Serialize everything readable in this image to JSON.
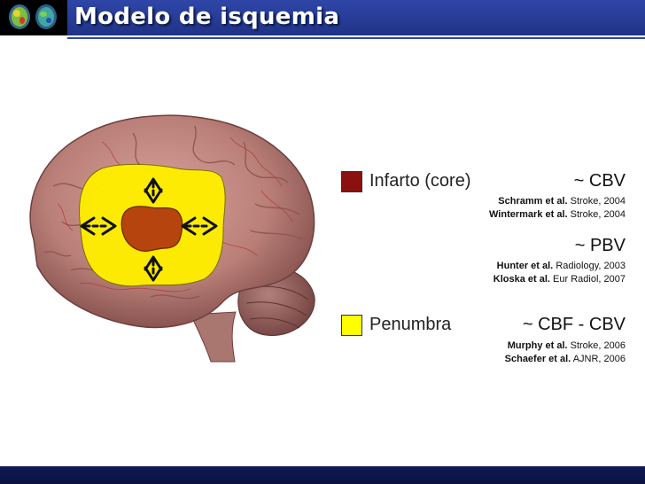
{
  "header": {
    "title": "Modelo de isquemia",
    "logo_icon": "brain-scan-logo-icon"
  },
  "legend": {
    "core": {
      "label": "Infarto (core)",
      "color": "#8b1010"
    },
    "penumbra": {
      "label": "Penumbra",
      "color": "#ffff00"
    }
  },
  "measures": [
    {
      "label": "~ CBV",
      "refs": [
        {
          "authors": "Schramm et al.",
          "source": "Stroke, 2004"
        },
        {
          "authors": "Wintermark et al.",
          "source": "Stroke, 2004"
        }
      ]
    },
    {
      "label": "~ PBV",
      "refs": [
        {
          "authors": "Hunter et al.",
          "source": "Radiology, 2003"
        },
        {
          "authors": "Kloska et al.",
          "source": "Eur Radiol, 2007"
        }
      ]
    },
    {
      "label": "~ CBF - CBV",
      "refs": [
        {
          "authors": "Murphy et al.",
          "source": "Stroke, 2006"
        },
        {
          "authors": "Schaefer et al.",
          "source": "AJNR, 2006"
        }
      ]
    }
  ],
  "illustration": {
    "icons": [
      "brain-icon",
      "ischemic-core-icon",
      "penumbra-region-icon",
      "expansion-arrow-icon"
    ]
  }
}
